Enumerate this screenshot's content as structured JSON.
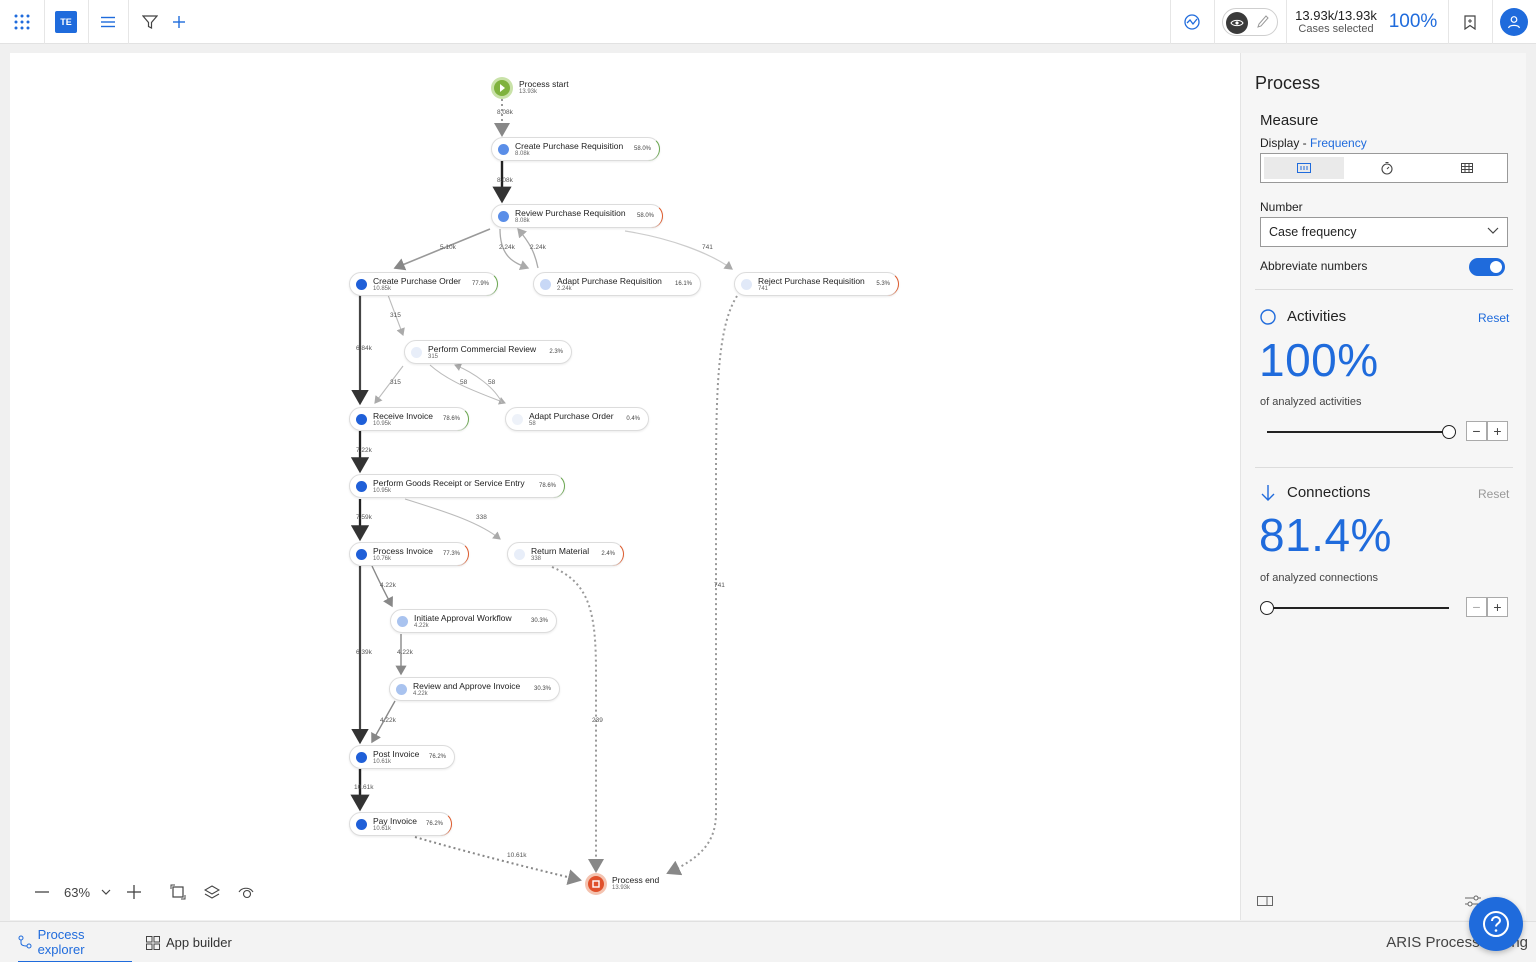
{
  "topbar": {
    "badge": "TE",
    "cases_count": "13.93k/13.93k",
    "cases_label": "Cases selected",
    "cases_pct": "100%"
  },
  "process": {
    "start": {
      "name": "Process start",
      "count": "13.93k"
    },
    "end": {
      "name": "Process end",
      "count": "13.93k"
    },
    "nodes": [
      {
        "name": "Create Purchase Requisition",
        "count": "8.08k",
        "pct": "58.0%"
      },
      {
        "name": "Review Purchase Requisition",
        "count": "8.08k",
        "pct": "58.0%"
      },
      {
        "name": "Create Purchase Order",
        "count": "10.85k",
        "pct": "77.9%"
      },
      {
        "name": "Adapt Purchase Requisition",
        "count": "2.24k",
        "pct": "16.1%"
      },
      {
        "name": "Reject Purchase Requisition",
        "count": "741",
        "pct": "5.3%"
      },
      {
        "name": "Perform Commercial Review",
        "count": "315",
        "pct": "2.3%"
      },
      {
        "name": "Receive Invoice",
        "count": "10.95k",
        "pct": "78.6%"
      },
      {
        "name": "Adapt Purchase Order",
        "count": "58",
        "pct": "0.4%"
      },
      {
        "name": "Perform Goods Receipt or Service Entry",
        "count": "10.95k",
        "pct": "78.6%"
      },
      {
        "name": "Process Invoice",
        "count": "10.76k",
        "pct": "77.3%"
      },
      {
        "name": "Return Material",
        "count": "338",
        "pct": "2.4%"
      },
      {
        "name": "Initiate Approval Workflow",
        "count": "4.22k",
        "pct": "30.3%"
      },
      {
        "name": "Review and Approve Invoice",
        "count": "4.22k",
        "pct": "30.3%"
      },
      {
        "name": "Post Invoice",
        "count": "10.61k",
        "pct": "76.2%"
      },
      {
        "name": "Pay Invoice",
        "count": "10.61k",
        "pct": "76.2%"
      }
    ],
    "edge_labels": [
      "8.08k",
      "8.08k",
      "5.10k",
      "2.24k",
      "2.24k",
      "741",
      "315",
      "6.84k",
      "315",
      "58",
      "58",
      "7.22k",
      "338",
      "7.59k",
      "4.22k",
      "4.22k",
      "6.39k",
      "4.22k",
      "239",
      "741",
      "10.61k",
      "10.61k"
    ]
  },
  "zoom": {
    "level": "63%"
  },
  "panel": {
    "title": "Process",
    "measure": "Measure",
    "display_prefix": "Display - ",
    "display_value": "Frequency",
    "number_label": "Number",
    "number_value": "Case frequency",
    "abbreviate_label": "Abbreviate numbers",
    "activities": {
      "title": "Activities",
      "reset": "Reset",
      "value": "100%",
      "caption": "of analyzed activities",
      "slider_fraction": 1.0
    },
    "connections": {
      "title": "Connections",
      "reset": "Reset",
      "value": "81.4%",
      "caption": "of analyzed connections",
      "slider_fraction": 0.0
    }
  },
  "bottom": {
    "tab1": "Process explorer",
    "tab2": "App builder",
    "brand": "ARIS Process Mining"
  }
}
